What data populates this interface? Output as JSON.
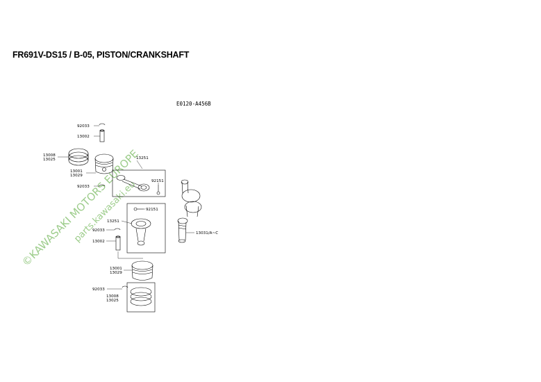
{
  "header": {
    "title": "FR691V-DS15  /  B-05, PISTON/CRANKSHAFT"
  },
  "diagram": {
    "code": "E0120-A456B",
    "labels": {
      "clip_upper": "92033",
      "pin_upper": "13002",
      "rings_upper_a": "13008",
      "rings_upper_b": "13025",
      "piston_upper_a": "13001",
      "piston_upper_b": "13029",
      "clip_upper_2": "92033",
      "rod_upper": "13251",
      "bolt_upper": "92151",
      "bolt_lower": "92151",
      "rod_lower": "13251",
      "clip_lower": "92033",
      "pin_lower": "13002",
      "crankshaft": "13031/A~C",
      "piston_lower_a": "13001",
      "piston_lower_b": "13029",
      "clip_lower_2": "92033",
      "rings_lower_a": "13008",
      "rings_lower_b": "13025"
    },
    "watermark": {
      "line1": "©KAWASAKI MOTORS EUROPE",
      "line2": "parts.kawasaki.eu"
    }
  }
}
